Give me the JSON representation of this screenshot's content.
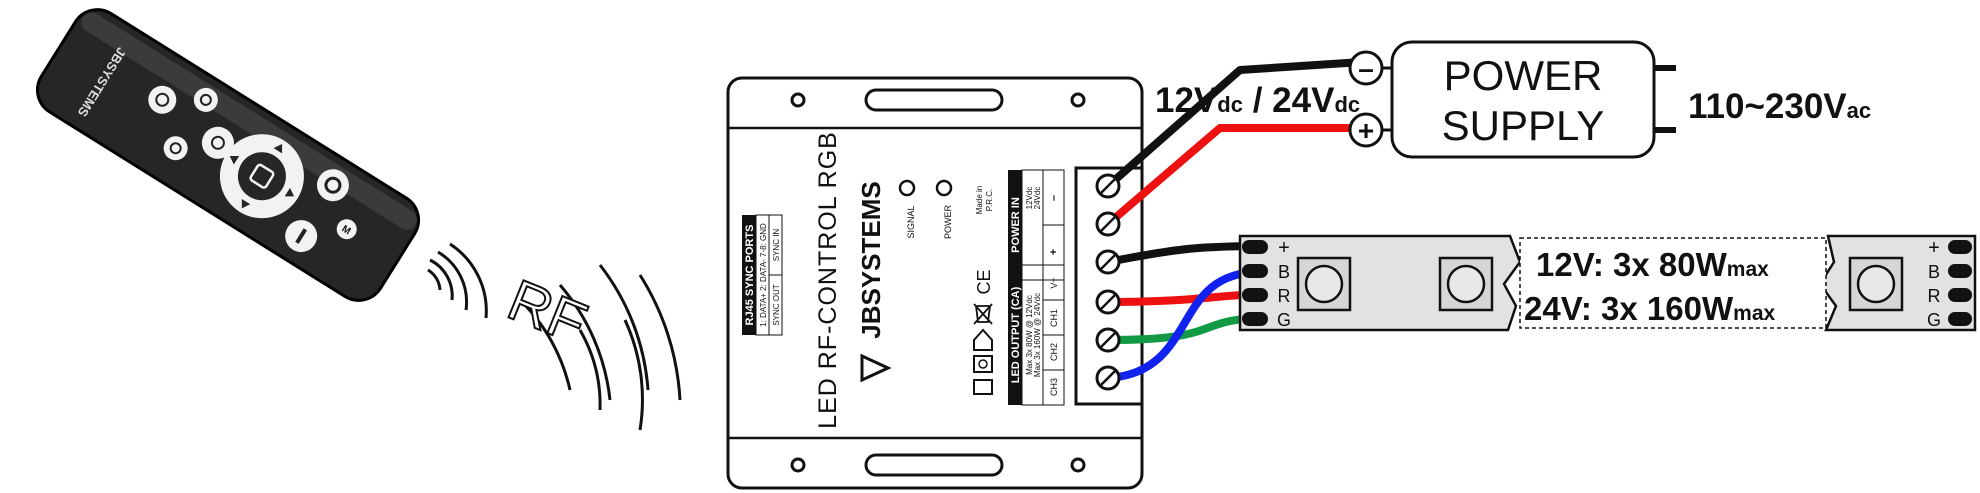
{
  "remote": {
    "brand": "JBSYSTEMS",
    "button_label_ir": "M"
  },
  "rf_label": "RF",
  "controller": {
    "product_name": "LED RF-CONTROL RGB",
    "brand": "JBSYSTEMS",
    "signal_label": "SIGNAL",
    "power_label": "POWER",
    "made_in": "Made in",
    "made_in_country": "P.R.C.",
    "ce_mark": "CE",
    "rj45": {
      "title": "RJ45 SYNC PORTS",
      "pins_line": "1: DATA+  2: DATA-  7-8: GND",
      "sync_out": "SYNC OUT",
      "sync_in": "SYNC IN"
    },
    "power_in": {
      "title": "POWER IN",
      "v12": "12Vdc",
      "v24": "24Vdc",
      "plus": "+",
      "minus": "–"
    },
    "led_output": {
      "title": "LED OUTPUT (CA)",
      "max12": "Max 3x 80W @ 12Vdc",
      "max24": "Max 3x 160W @ 24Vdc",
      "channels": [
        "CH3",
        "CH2",
        "CH1",
        "V+"
      ]
    }
  },
  "voltage_dc": {
    "v12": "12V",
    "v12_sub": "dc",
    "sep": " / ",
    "v24": "24V",
    "v24_sub": "dc"
  },
  "power_supply": {
    "line1": "POWER",
    "line2": "SUPPLY",
    "minus": "–",
    "plus": "+"
  },
  "voltage_ac": {
    "main": "110~230V",
    "sub": "ac"
  },
  "led_strip": {
    "pins": [
      "+",
      "B",
      "R",
      "G"
    ],
    "spec12": "12V: 3x 80W",
    "spec12_sub": "max",
    "spec24": "24V: 3x 160W",
    "spec24_sub": "max"
  },
  "colors": {
    "black_wire": "#111111",
    "red_wire": "#ee1111",
    "green_wire": "#119944",
    "blue_wire": "#1122ee",
    "strip_fill": "#e2e2e2",
    "remote_body": "#262626"
  }
}
